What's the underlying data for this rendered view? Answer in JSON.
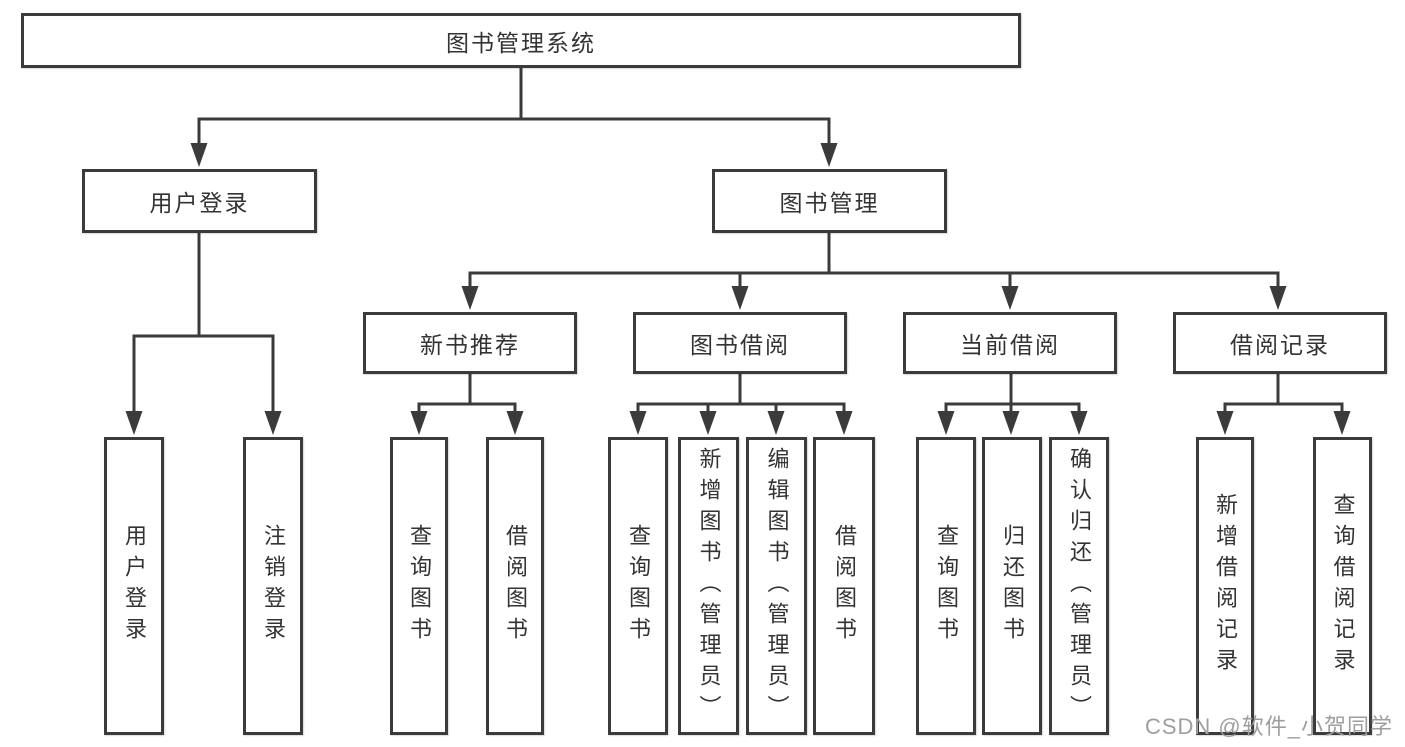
{
  "diagram": {
    "title": "图书管理系统",
    "level1": [
      "用户登录",
      "图书管理"
    ],
    "level2": [
      "新书推荐",
      "图书借阅",
      "当前借阅",
      "借阅记录"
    ],
    "leaves": {
      "user": [
        "用户登录",
        "注销登录"
      ],
      "new_book": [
        "查询图书",
        "借阅图书"
      ],
      "borrow": [
        "查询图书",
        "新增图书（管理员）",
        "编辑图书（管理员）",
        "借阅图书"
      ],
      "current": [
        "查询图书",
        "归还图书",
        "确认归还（管理员）"
      ],
      "record": [
        "新增借阅记录",
        "查询借阅记录"
      ]
    }
  },
  "watermark": "CSDN @软件_小贺同学",
  "colors": {
    "line": "#3b3b3b",
    "text": "#333333",
    "watermark": "#9e9e9e",
    "background": "#ffffff"
  }
}
